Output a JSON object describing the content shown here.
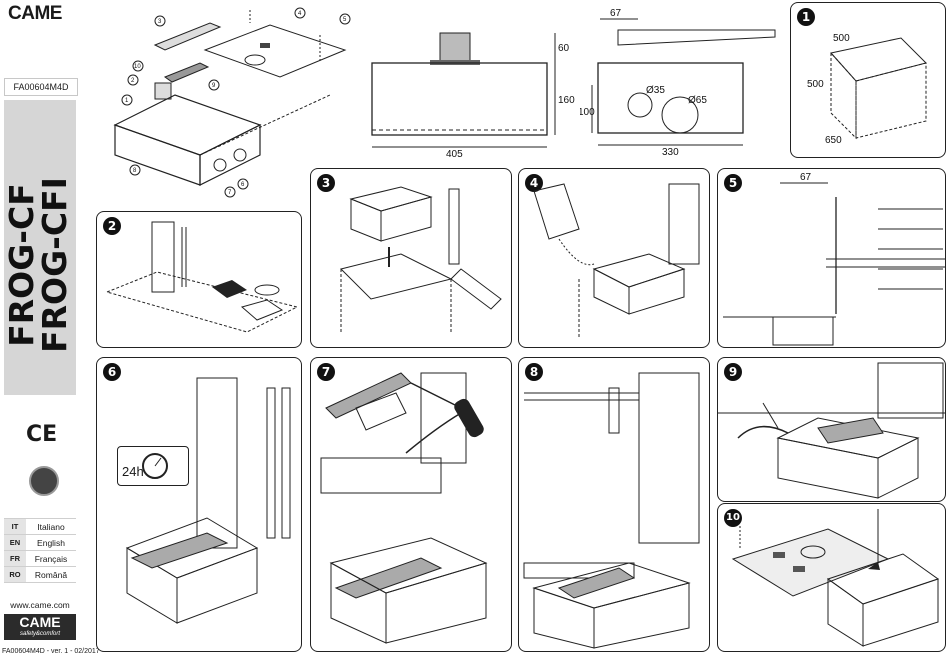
{
  "brand": "CAME",
  "doc_code": "FA00604M4D",
  "product_title_line1": "FROG-CF",
  "product_title_line2": "FROG-CFI",
  "ce_mark": "CE",
  "languages": [
    {
      "code": "IT",
      "name": "Italiano"
    },
    {
      "code": "EN",
      "name": "English"
    },
    {
      "code": "FR",
      "name": "Français"
    },
    {
      "code": "RO",
      "name": "Română"
    }
  ],
  "website": "www.came.com",
  "logo": {
    "name": "CAME",
    "tagline": "safety&comfort"
  },
  "version": "FA00604M4D - ver. 1 - 02/2017",
  "exploded_callouts": [
    "1",
    "2",
    "3",
    "4",
    "5",
    "6",
    "7",
    "8",
    "9",
    "10"
  ],
  "front_dims": {
    "height_top": "60",
    "height_body": "160",
    "width": "405"
  },
  "side_dims": {
    "offset": "67",
    "height": "100",
    "hole1": "Ø35",
    "hole2": "Ø65",
    "width": "330"
  },
  "steps": [
    {
      "num": "1",
      "dims": [
        "500",
        "500",
        "650"
      ]
    },
    {
      "num": "2"
    },
    {
      "num": "3"
    },
    {
      "num": "4"
    },
    {
      "num": "5",
      "dims": [
        "67"
      ]
    },
    {
      "num": "6",
      "timer_label": "24h"
    },
    {
      "num": "7"
    },
    {
      "num": "8"
    },
    {
      "num": "9"
    },
    {
      "num": "10"
    }
  ]
}
